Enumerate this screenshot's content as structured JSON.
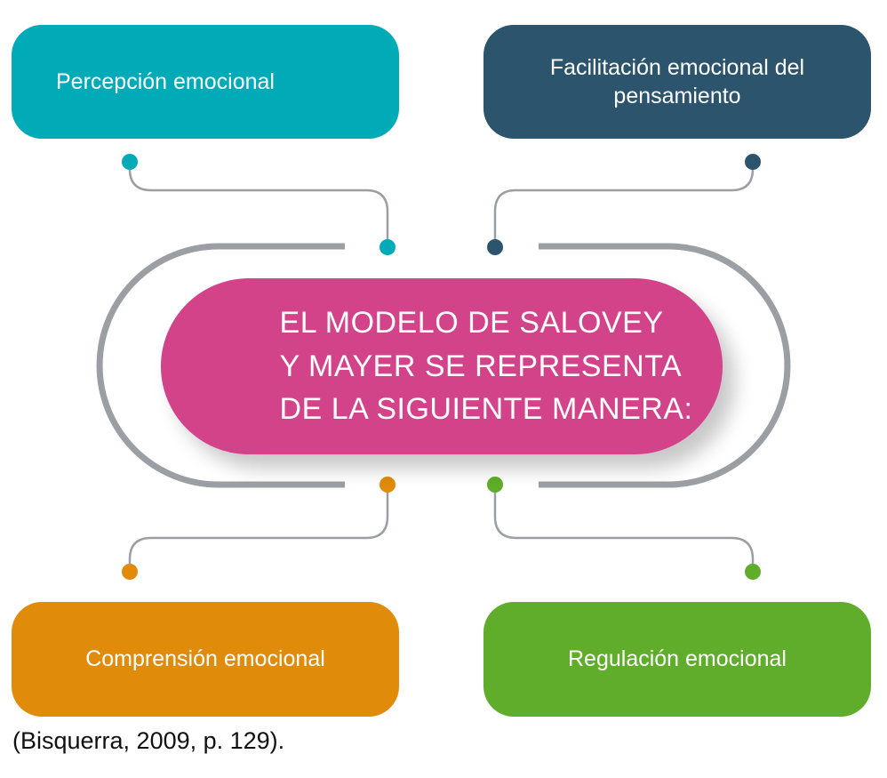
{
  "center": {
    "title": "EL MODELO DE SALOVEY\nY MAYER SE REPRESENTA\nDE LA SIGUIENTE MANERA:",
    "color": "#d2438a"
  },
  "nodes": {
    "top_left": {
      "label": "Percepción emocional",
      "color": "#00aab6"
    },
    "top_right": {
      "label": "Facilitación emocional del pensamiento",
      "color": "#2c546c"
    },
    "bottom_left": {
      "label": "Comprensión emocional",
      "color": "#e08b0a"
    },
    "bottom_right": {
      "label": "Regulación emocional",
      "color": "#5fad2b"
    }
  },
  "frame_color": "#9b9ea2",
  "citation": "(Bisquerra, 2009, p. 129)."
}
